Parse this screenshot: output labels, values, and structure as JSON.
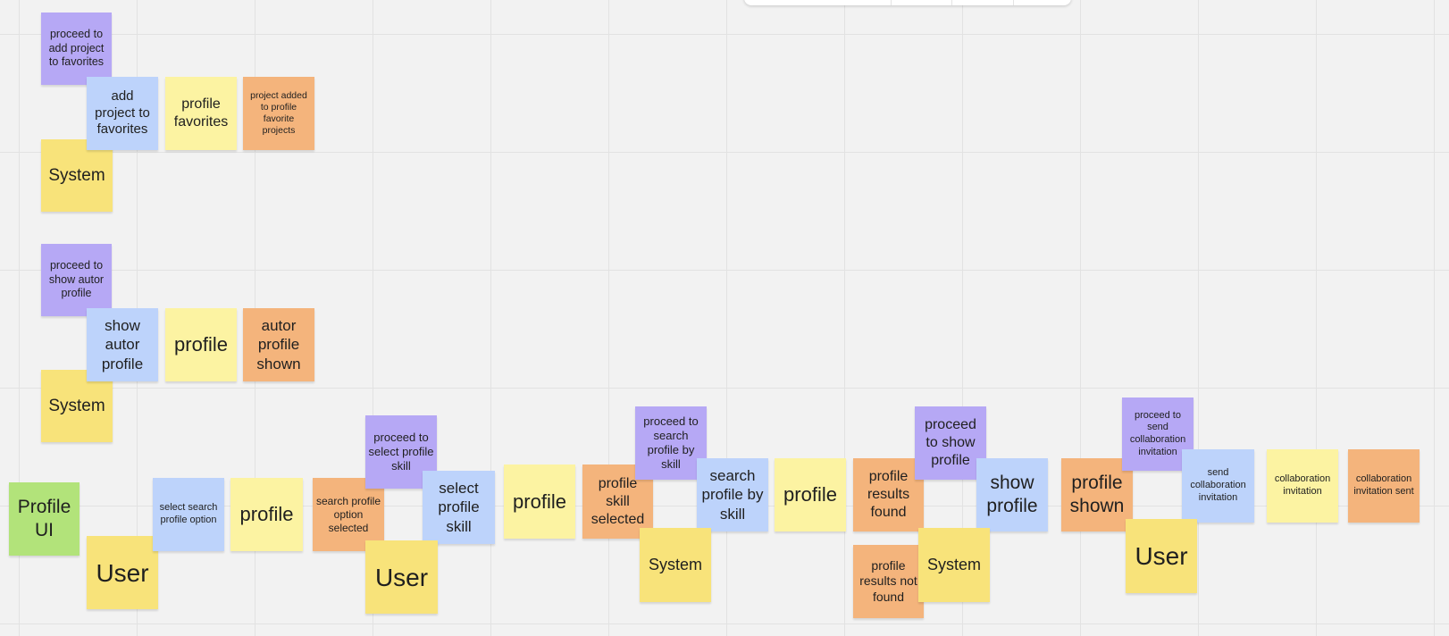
{
  "colors": {
    "command": "#b6a8f5",
    "action": "#bdd3fb",
    "read_model": "#fcf3a2",
    "event": "#f4b47c",
    "actor": "#f8e37a",
    "ui": "#b2e37a",
    "canvas": "#f2f2f2"
  },
  "notes": {
    "n01": "proceed to add project to favorites",
    "n02": "add project to favorites",
    "n03": "profile favorites",
    "n04": "project added to profile favorite projects",
    "n05": "System",
    "n06": "proceed to show autor profile",
    "n07": "show autor profile",
    "n08": "profile",
    "n09": "autor profile shown",
    "n10": "System",
    "n11": "Profile UI",
    "n12": "User",
    "n13": "select search profile option",
    "n14": "profile",
    "n15": "search profile option selected",
    "n16": "proceed to select profile skill",
    "n17": "select profile skill",
    "n18": "User",
    "n19": "profile",
    "n20": "profile skill selected",
    "n21": "proceed to search profile by skill",
    "n22": "search profile by skill",
    "n23": "System",
    "n24": "profile",
    "n25": "profile results found",
    "n26": "profile results not found",
    "n27": "proceed to show profile",
    "n28": "show profile",
    "n29": "System",
    "n30": "profile shown",
    "n31": "proceed to send collaboration invitation",
    "n32": "send collaboration invitation",
    "n33": "User",
    "n34": "collaboration invitation",
    "n35": "collaboration invitation sent"
  }
}
